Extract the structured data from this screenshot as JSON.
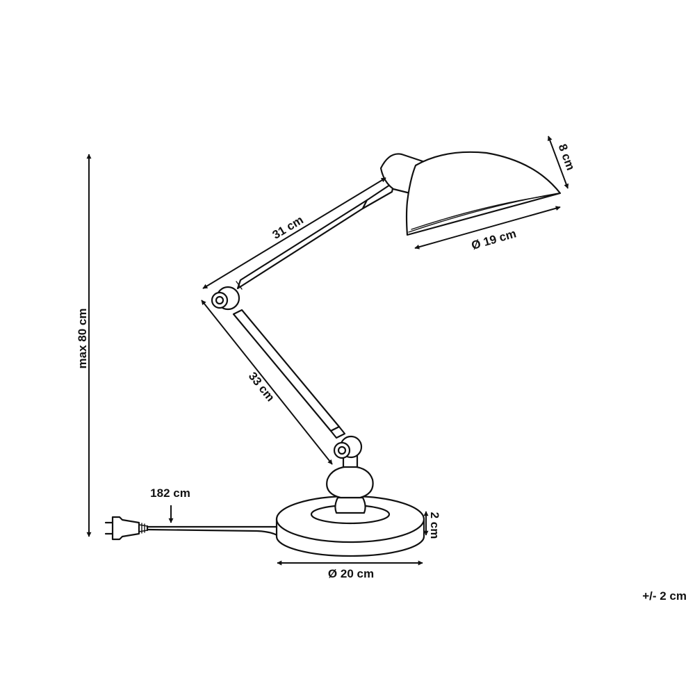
{
  "dimensions": {
    "height_max": "max 80 cm",
    "upper_arm": "31 cm",
    "lower_arm": "33 cm",
    "shade_depth": "8 cm",
    "shade_diameter": "Ø 19 cm",
    "cable_length": "182 cm",
    "base_height": "2 cm",
    "base_diameter": "Ø 20 cm",
    "tolerance": "+/- 2 cm"
  }
}
